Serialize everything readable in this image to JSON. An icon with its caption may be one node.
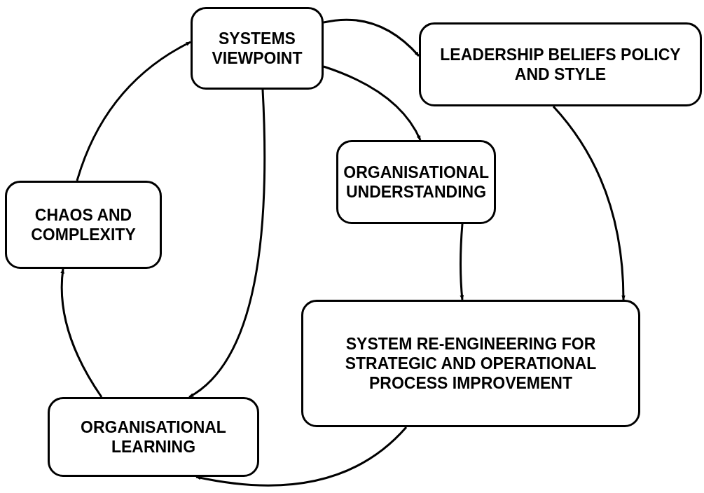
{
  "diagram": {
    "nodes": [
      {
        "text": [
          "SYSTEMS VIEWPOINT"
        ]
      },
      {
        "text": [
          "LEADERSHIP BELIEFS POLICY AND STYLE"
        ]
      },
      {
        "text": [
          "ORGANISATIONAL UNDERSTANDING"
        ]
      },
      {
        "text": [
          "CHAOS AND COMPLEXITY"
        ]
      },
      {
        "text": [
          "SYSTEM RE-ENGINEERING FOR STRATEGIC AND OPERATIONAL PROCESS IMPROVEMENT"
        ]
      },
      {
        "text": [
          "ORGANISATIONAL LEARNING"
        ]
      }
    ],
    "edges": [
      {
        "from": 0,
        "to": 1,
        "arrow": "to"
      },
      {
        "from": 0,
        "to": 2,
        "arrow": "to"
      },
      {
        "from": 0,
        "to": 5,
        "arrow": "to"
      },
      {
        "from": 1,
        "to": 4,
        "arrow": "to"
      },
      {
        "from": 2,
        "to": 4,
        "arrow": "to"
      },
      {
        "from": 4,
        "to": 5,
        "arrow": "to"
      },
      {
        "from": 5,
        "to": 3,
        "arrow": "to"
      },
      {
        "from": 3,
        "to": 0,
        "arrow": "to"
      }
    ]
  }
}
